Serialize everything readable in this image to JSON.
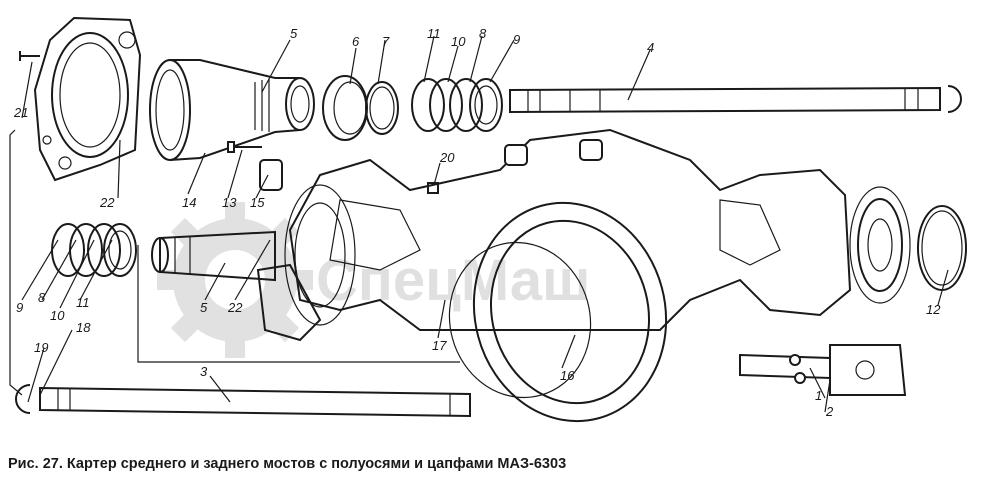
{
  "caption": "Рис. 27. Картер среднего и заднего мостов с полуосями и цапфами МАЗ-6303",
  "watermark": "СпецМаш",
  "callouts": [
    "1",
    "2",
    "3",
    "4",
    "5",
    "6",
    "7",
    "8",
    "9",
    "10",
    "11",
    "12",
    "13",
    "14",
    "15",
    "16",
    "17",
    "18",
    "19",
    "20",
    "21",
    "22"
  ],
  "colors": {
    "ink": "#1a1a1a",
    "paper": "#ffffff",
    "watermark": "#c8c8c8"
  }
}
